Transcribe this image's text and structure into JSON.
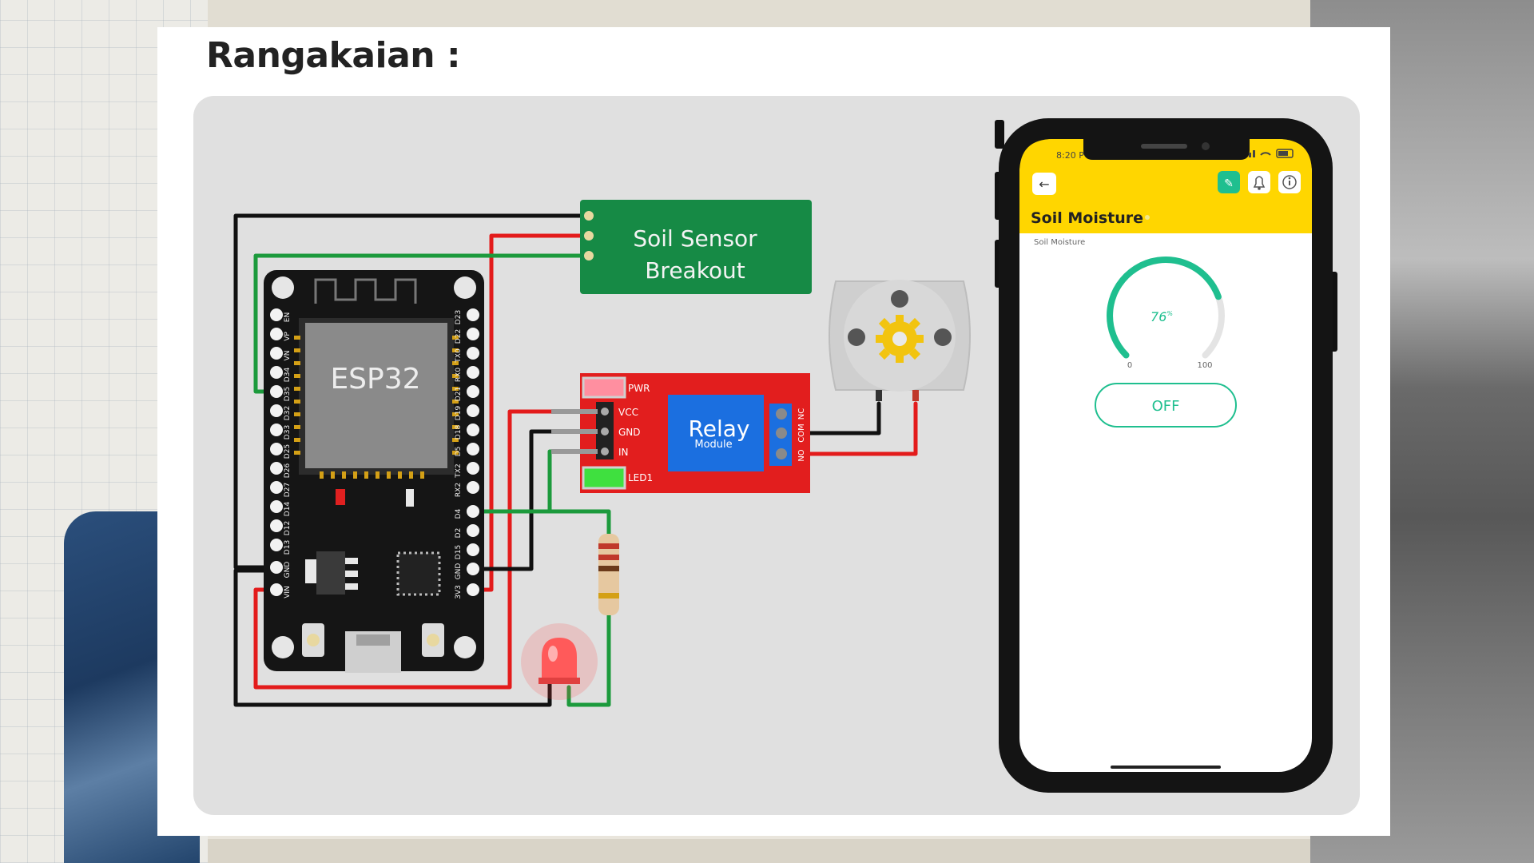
{
  "page": {
    "title": "Rangakaian :"
  },
  "circuit": {
    "esp32_label": "ESP32",
    "esp32_left_pins": [
      "EN",
      "VP",
      "VN",
      "D34",
      "D35",
      "D32",
      "D33",
      "D25",
      "D26",
      "D27",
      "D14",
      "D12",
      "D13",
      "GND",
      "VIN"
    ],
    "esp32_right_pins": [
      "D23",
      "D22",
      "TX0",
      "RX0",
      "D21",
      "D19",
      "D18",
      "D5",
      "TX2",
      "RX2",
      "D4",
      "D2",
      "D15",
      "GND",
      "3V3"
    ],
    "soil_sensor_line1": "Soil Sensor",
    "soil_sensor_line2": "Breakout",
    "relay_label": "Relay",
    "relay_sublabel": "Module",
    "relay_pwr_label": "PWR",
    "relay_led_label": "LED1",
    "relay_pin_vcc": "VCC",
    "relay_pin_gnd": "GND",
    "relay_pin_in": "IN",
    "relay_terminal_nc": "NC",
    "relay_terminal_com": "COM",
    "relay_terminal_no": "NO"
  },
  "phone": {
    "status_time": "8:20 P",
    "header_title": "Soil Moisture",
    "widget_label": "Soil Moisture",
    "gauge_value_text": "76",
    "gauge_unit": "%",
    "gauge_value": 76,
    "gauge_min": "0",
    "gauge_max": "100",
    "toggle_label": "OFF",
    "accent_color": "#ffd600",
    "gauge_color": "#1fbf8f"
  }
}
